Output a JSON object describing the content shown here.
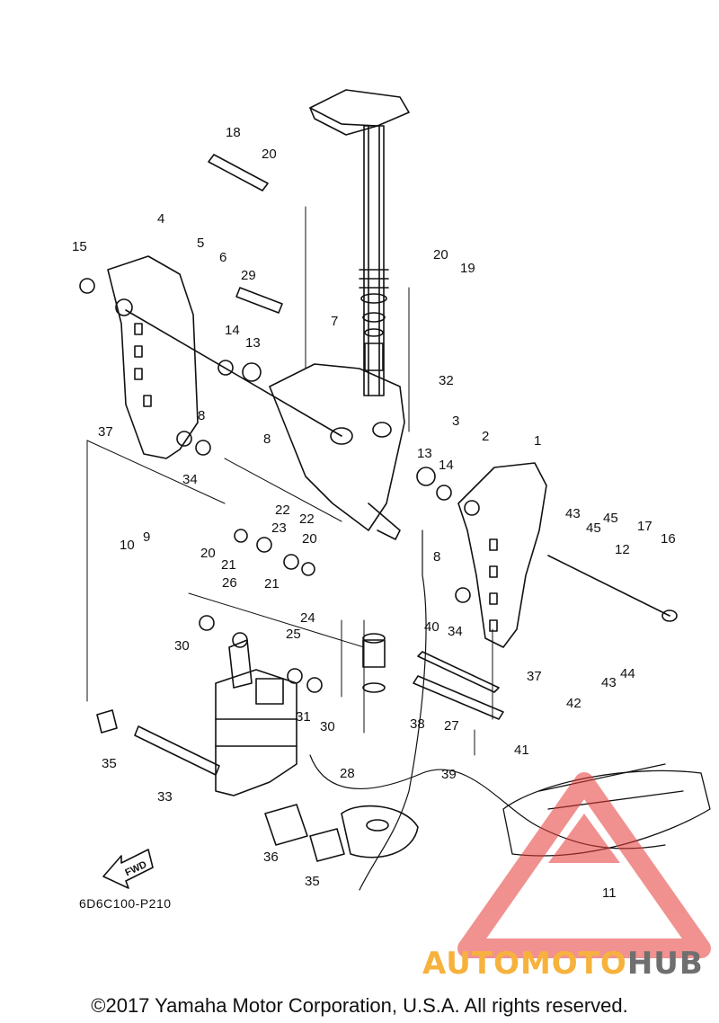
{
  "diagram": {
    "part_code": "6D6C100-P210",
    "fwd_label": "FWD",
    "callouts": [
      "1",
      "2",
      "3",
      "4",
      "5",
      "6",
      "7",
      "8",
      "8",
      "8",
      "9",
      "10",
      "11",
      "12",
      "13",
      "13",
      "14",
      "14",
      "15",
      "16",
      "17",
      "18",
      "19",
      "20",
      "20",
      "20",
      "20",
      "21",
      "21",
      "22",
      "22",
      "23",
      "24",
      "25",
      "26",
      "27",
      "28",
      "29",
      "30",
      "30",
      "31",
      "32",
      "33",
      "34",
      "34",
      "35",
      "35",
      "36",
      "37",
      "37",
      "38",
      "39",
      "40",
      "41",
      "42",
      "43",
      "43",
      "44",
      "45",
      "45"
    ]
  },
  "watermark": {
    "part1": "AUTOMOTO",
    "part2": "HUB",
    "colors": {
      "orange": "#f6b23c",
      "gray": "#6f6f6f",
      "red": "#e53935"
    }
  },
  "copyright": "©2017 Yamaha Motor Corporation, U.S.A. All rights reserved."
}
